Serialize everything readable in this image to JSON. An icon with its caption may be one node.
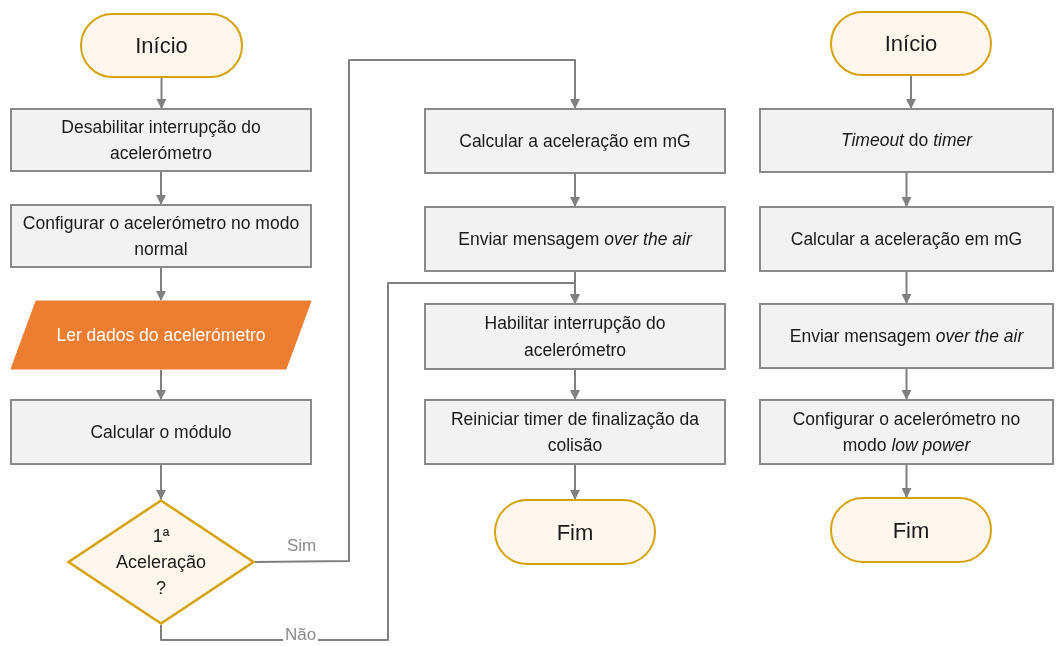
{
  "diagram": {
    "nodes": [
      {
        "text": [
          "Início"
        ]
      },
      {
        "text": [
          "Desabilitar interrupção do acelerómetro"
        ]
      },
      {
        "text": [
          "Configurar o acelerómetro no modo normal"
        ]
      },
      {
        "text": [
          "Ler dados do acelerómetro"
        ]
      },
      {
        "text": [
          "Calcular o módulo"
        ]
      },
      {
        "text": [
          "1ª Aceleração ?"
        ]
      },
      {
        "text": [
          "Calcular a aceleração em mG"
        ]
      },
      {
        "text": [
          "Enviar mensagem *over the air*"
        ]
      },
      {
        "text": [
          "Habilitar interrupção do acelerómetro"
        ]
      },
      {
        "text": [
          "Reiniciar timer de finalização da colisão"
        ]
      },
      {
        "text": [
          "Fim"
        ]
      },
      {
        "text": [
          "Início"
        ]
      },
      {
        "text": [
          "*Timeout* do *timer*"
        ]
      },
      {
        "text": [
          "Calcular a aceleração em mG"
        ]
      },
      {
        "text": [
          "Enviar mensagem *over the air*"
        ]
      },
      {
        "text": [
          "Configurar o acelerómetro no modo *low power*"
        ]
      },
      {
        "text": [
          "Fim"
        ]
      }
    ],
    "edges": [
      {
        "from": 0,
        "to": 1,
        "arrow": "to"
      },
      {
        "from": 1,
        "to": 2,
        "arrow": "to"
      },
      {
        "from": 2,
        "to": 3,
        "arrow": "to"
      },
      {
        "from": 3,
        "to": 4,
        "arrow": "to"
      },
      {
        "from": 4,
        "to": 5,
        "arrow": "to"
      },
      {
        "from": 5,
        "to": 6,
        "arrow": "to",
        "label": "Sim"
      },
      {
        "from": 6,
        "to": 7,
        "arrow": "to"
      },
      {
        "from": 7,
        "to": 8,
        "arrow": "to"
      },
      {
        "from": 5,
        "to": 8,
        "arrow": "to",
        "label": "Não"
      },
      {
        "from": 8,
        "to": 9,
        "arrow": "to"
      },
      {
        "from": 9,
        "to": 10,
        "arrow": "to"
      },
      {
        "from": 11,
        "to": 12,
        "arrow": "to"
      },
      {
        "from": 12,
        "to": 13,
        "arrow": "to"
      },
      {
        "from": 13,
        "to": 14,
        "arrow": "to"
      },
      {
        "from": 14,
        "to": 15,
        "arrow": "to"
      },
      {
        "from": 15,
        "to": 16,
        "arrow": "to"
      }
    ]
  }
}
